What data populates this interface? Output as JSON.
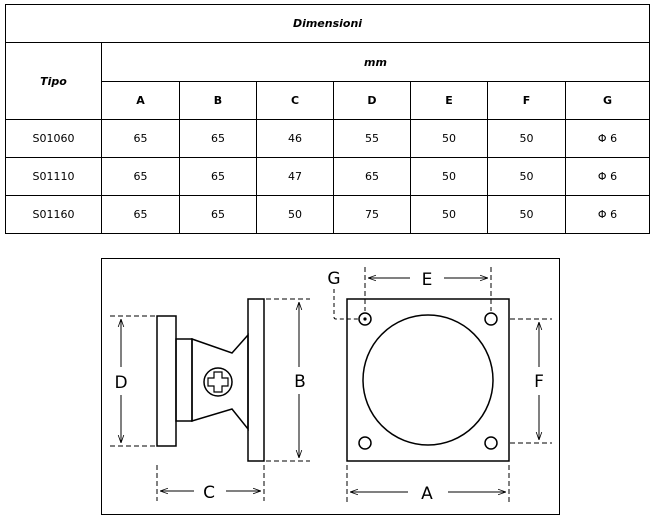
{
  "table": {
    "title": "Dimensioni",
    "type_header": "Tipo",
    "unit_header": "mm",
    "columns": [
      "A",
      "B",
      "C",
      "D",
      "E",
      "F",
      "G"
    ],
    "rows": [
      {
        "tipo": "S01060",
        "values": [
          "65",
          "65",
          "46",
          "55",
          "50",
          "50",
          "Φ 6"
        ]
      },
      {
        "tipo": "S01110",
        "values": [
          "65",
          "65",
          "47",
          "65",
          "50",
          "50",
          "Φ 6"
        ]
      },
      {
        "tipo": "S01160",
        "values": [
          "65",
          "65",
          "50",
          "75",
          "50",
          "50",
          "Φ 6"
        ]
      }
    ]
  },
  "drawing": {
    "labels": {
      "a": "A",
      "b": "B",
      "c": "C",
      "d": "D",
      "e": "E",
      "f": "F",
      "g": "G"
    }
  }
}
